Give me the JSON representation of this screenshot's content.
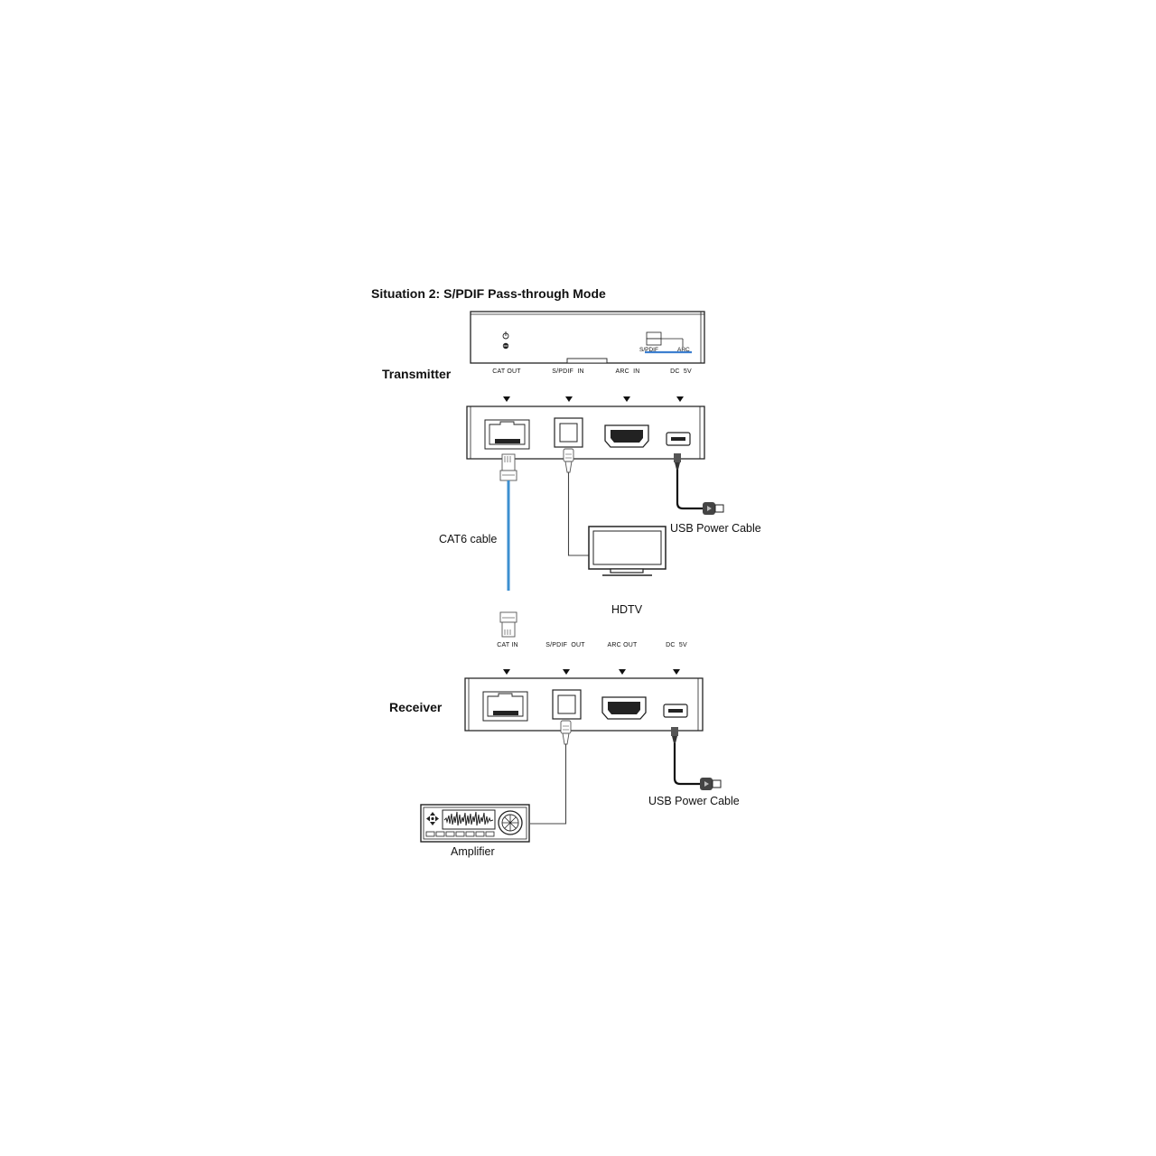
{
  "diagram": {
    "title": "Situation 2: S/PDIF Pass-through Mode",
    "transmitter": {
      "label": "Transmitter",
      "ports": [
        "CAT OUT",
        "S/PDIF  IN",
        "ARC  IN",
        "DC  5V"
      ],
      "switch_labels": [
        "S/PDIF",
        "ARC"
      ]
    },
    "receiver": {
      "label": "Receiver",
      "ports": [
        "CAT IN",
        "S/PDIF  OUT",
        "ARC OUT",
        "DC  5V"
      ]
    },
    "cables": {
      "cat6": "CAT6 cable",
      "usb_power_tx": "USB Power Cable",
      "usb_power_rx": "USB Power Cable"
    },
    "devices": {
      "hdtv": "HDTV",
      "amplifier": "Amplifier"
    },
    "colors": {
      "cat6_cable": "#3d8fd0",
      "switch_highlight": "#3d7fd0",
      "line": "#222222"
    }
  }
}
